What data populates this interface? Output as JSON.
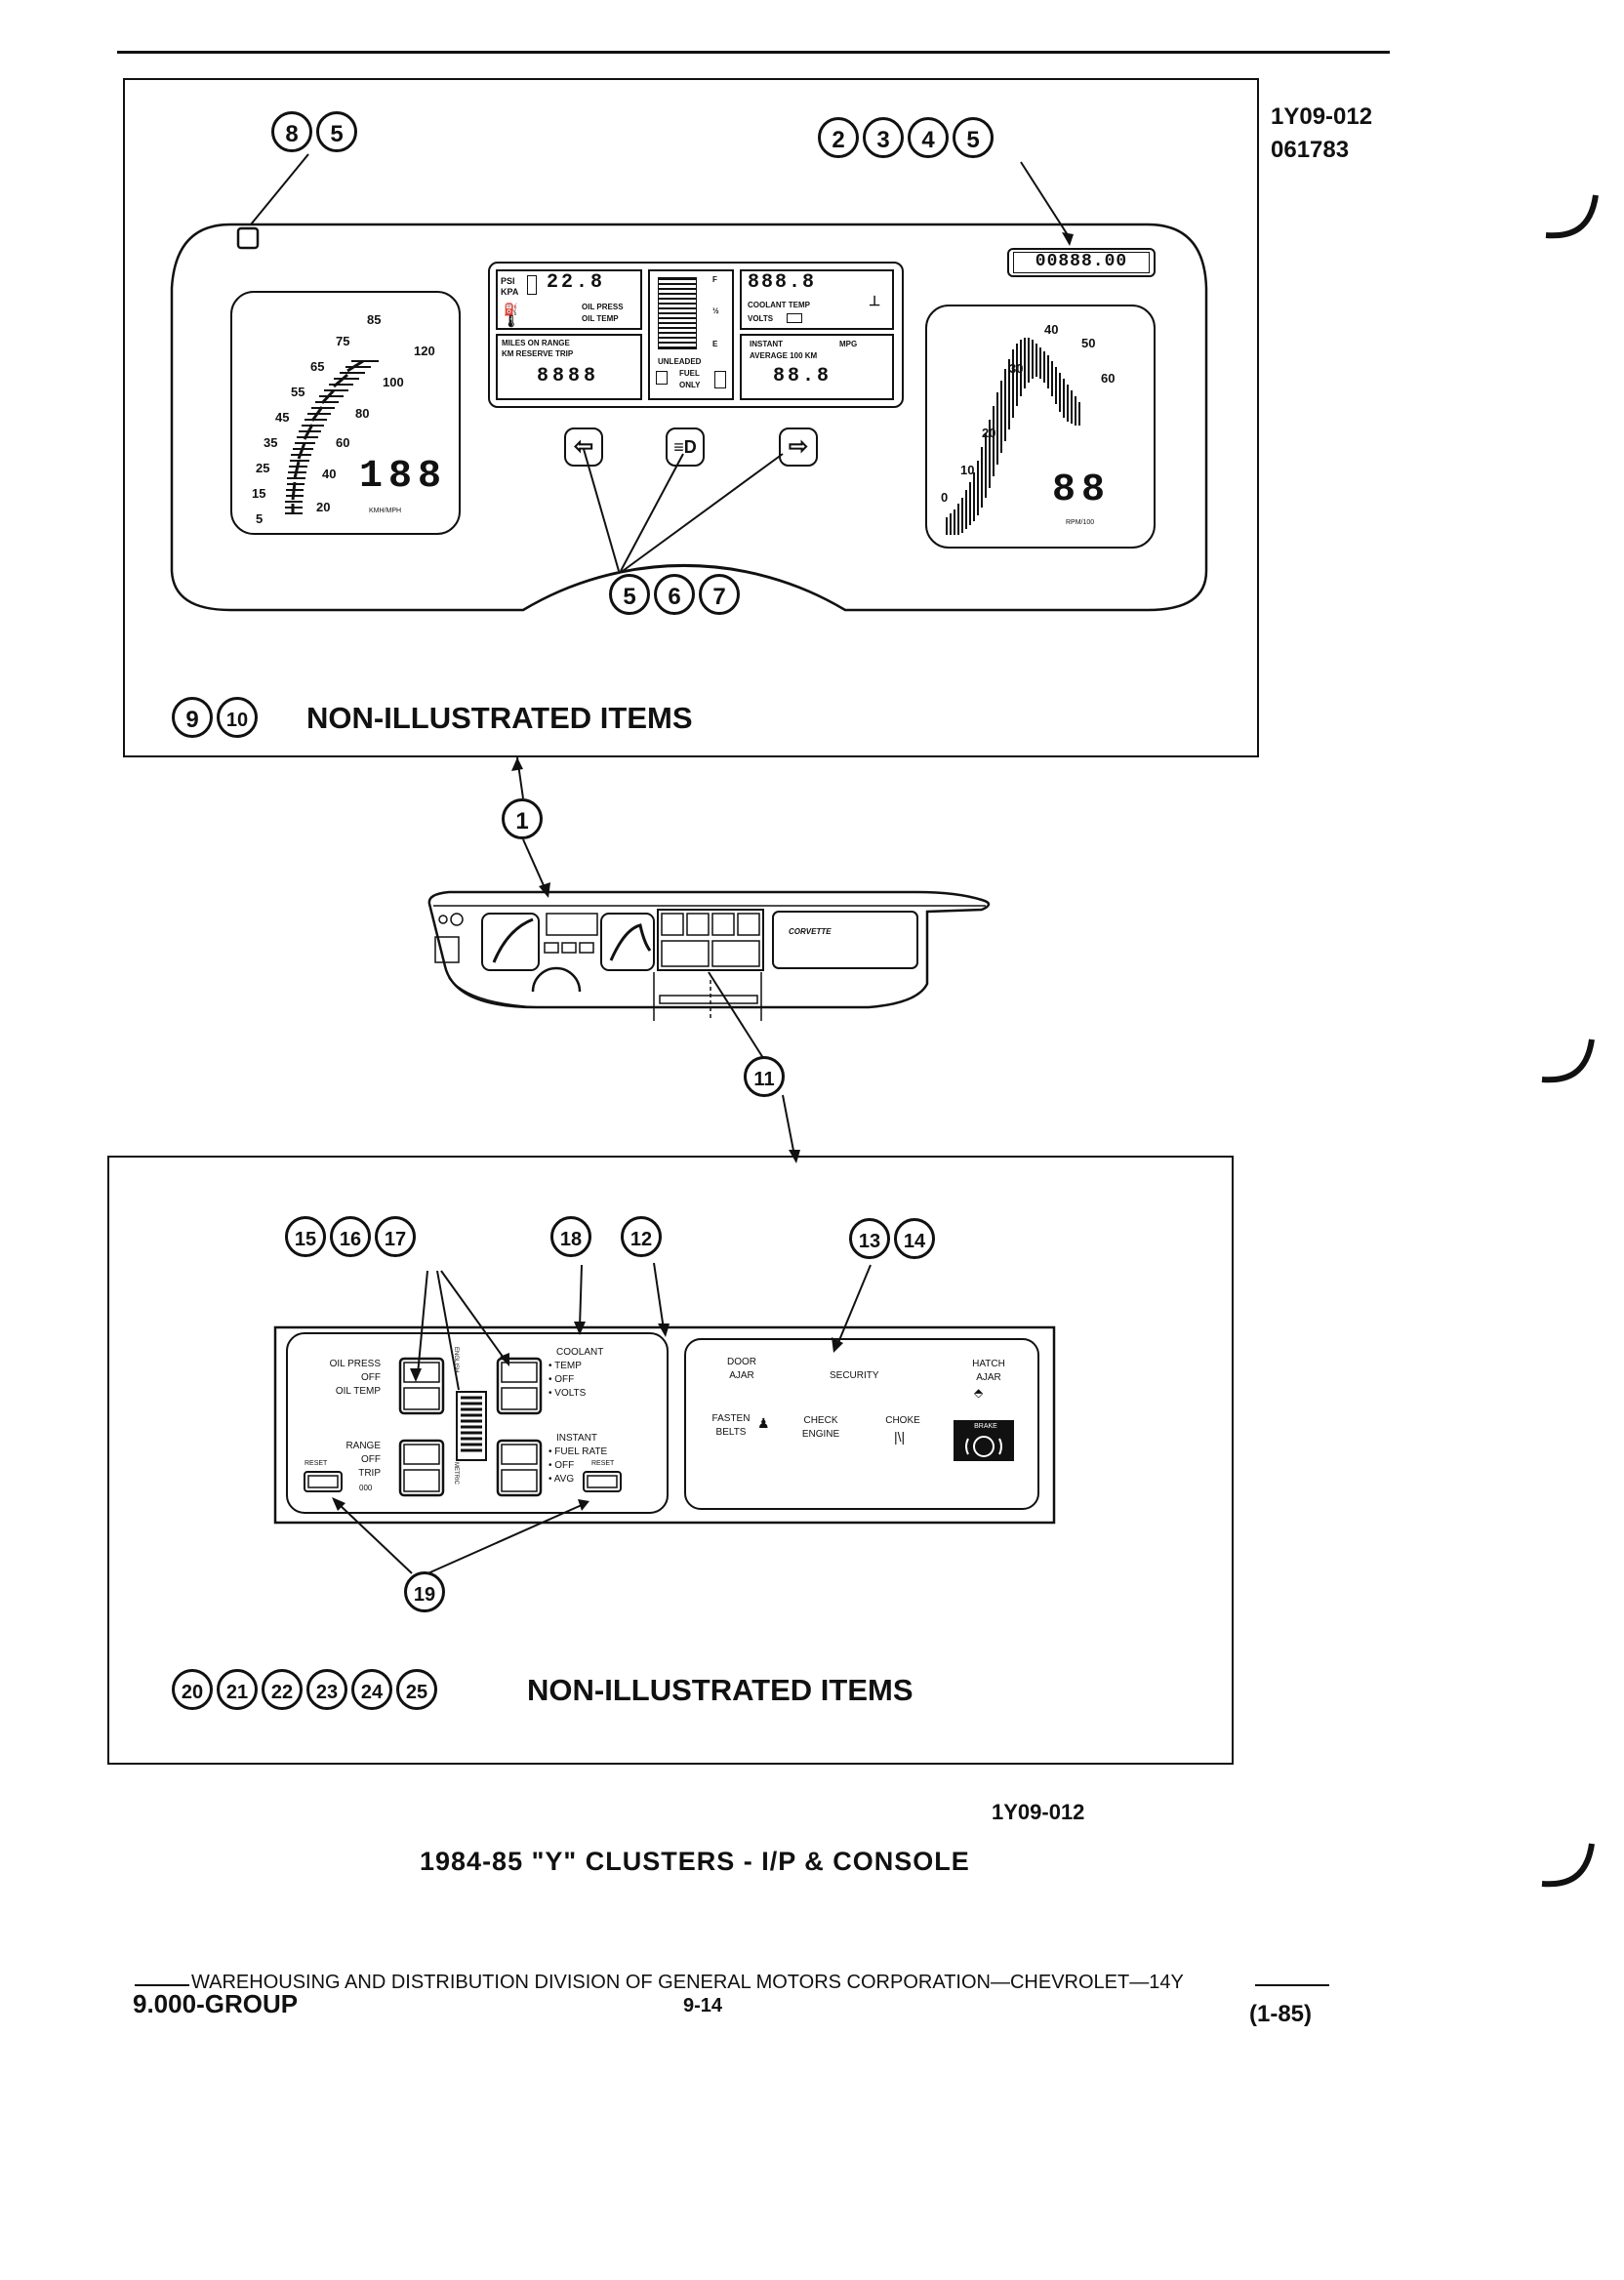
{
  "figure_id": "1Y09-012",
  "figure_date": "061783",
  "upper_panel": {
    "odometer": "00888.00",
    "speedometer": {
      "mph_labels": [
        "85",
        "75",
        "65",
        "55",
        "45",
        "35",
        "25",
        "15",
        "5"
      ],
      "kmh_labels": [
        "120",
        "100",
        "80",
        "60",
        "40",
        "20"
      ],
      "digital": "188",
      "unit": "KMH/MPH"
    },
    "center_displays": {
      "oil": {
        "psi": "PSI",
        "kpa": "KPA",
        "value": "22.8",
        "press": "OIL PRESS",
        "temp": "OIL TEMP"
      },
      "range": {
        "line1": "MILES ON RANGE",
        "line2": "KM RESERVE TRIP",
        "value": "8888"
      },
      "fuel": {
        "f": "F",
        "half": "½",
        "e": "E",
        "line1": "UNLEADED",
        "line2": "FUEL",
        "line3": "ONLY"
      },
      "coolant": {
        "value": "888.8",
        "line1": "COOLANT TEMP",
        "line2": "VOLTS"
      },
      "mpg": {
        "instant": "INSTANT",
        "mpg": "MPG",
        "line2": "AVERAGE  100 KM",
        "value": "88.8"
      }
    },
    "tachometer": {
      "labels": [
        "0",
        "10",
        "20",
        "30",
        "40",
        "50",
        "60"
      ],
      "digital": "88",
      "unit": "RPM/100"
    }
  },
  "callouts": {
    "upper_left": [
      "8",
      "5"
    ],
    "upper_right": [
      "2",
      "3",
      "4",
      "5"
    ],
    "buttons": [
      "5",
      "6",
      "7"
    ],
    "non_illustrated_upper": [
      "9",
      "10"
    ],
    "dash": "1",
    "console": "11",
    "lower_left": [
      "15",
      "16",
      "17"
    ],
    "lower_mid": [
      "18",
      "12"
    ],
    "lower_right": [
      "13",
      "14"
    ],
    "reset": "19",
    "non_illustrated_lower": [
      "20",
      "21",
      "22",
      "23",
      "24",
      "25"
    ]
  },
  "non_illustrated_label": "NON-ILLUSTRATED ITEMS",
  "dash_badge": "CORVETTE",
  "console_switches": {
    "oil_press": "OIL PRESS",
    "off": "OFF",
    "oil_temp": "OIL TEMP",
    "range": "RANGE",
    "trip": "TRIP",
    "reset": "RESET",
    "zeros": "000",
    "coolant": "COOLANT",
    "temp": "TEMP",
    "volts": "VOLTS",
    "instant": "INSTANT",
    "fuel_rate": "FUEL RATE",
    "avg": "AVG",
    "english": "ENGLISH",
    "metric": "METRIC"
  },
  "warning_lights": {
    "door": "DOOR",
    "ajar": "AJAR",
    "security": "SECURITY",
    "hatch": "HATCH",
    "hatch_ajar": "AJAR",
    "fasten": "FASTEN",
    "belts": "BELTS",
    "check": "CHECK",
    "engine": "ENGINE",
    "choke": "CHOKE",
    "brake": "BRAKE"
  },
  "caption_code": "1Y09-012",
  "caption": "1984-85 \"Y\" CLUSTERS - I/P & CONSOLE",
  "footer": {
    "line": "WAREHOUSING AND DISTRIBUTION  DIVISION OF GENERAL MOTORS CORPORATION—CHEVROLET—14Y",
    "group": "9.000-GROUP",
    "page": "9-14",
    "revision": "(1-85)"
  }
}
